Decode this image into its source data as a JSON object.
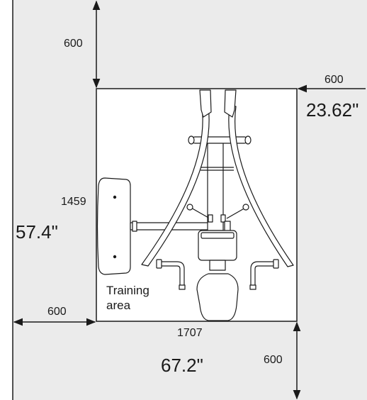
{
  "dimensions": {
    "top_clearance": "600",
    "right_clearance": "600",
    "right_clearance_inches": "23.62\"",
    "depth": "1459",
    "depth_inches": "57.4\"",
    "left_clearance": "600",
    "width": "1707",
    "width_inches": "67.2\"",
    "bottom_clearance": "600"
  },
  "area_label": {
    "line1": "Training",
    "line2": "area"
  },
  "colors": {
    "zone_fill": "#ebebeb",
    "training_area_fill": "#ffffff",
    "line": "#1a1a1a"
  }
}
